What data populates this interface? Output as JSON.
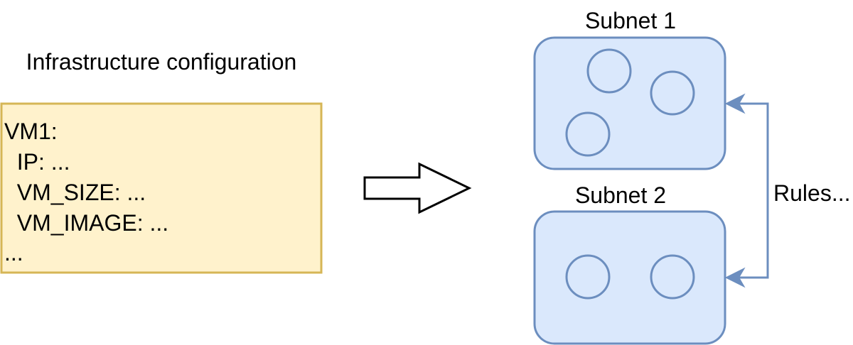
{
  "config": {
    "title": "Infrastructure configuration",
    "lines": [
      "VM1:",
      "  IP: ...",
      "  VM_SIZE: ...",
      "  VM_IMAGE: ...",
      "..."
    ]
  },
  "subnets": [
    {
      "label": "Subnet 1",
      "vm_count": 3
    },
    {
      "label": "Subnet 2",
      "vm_count": 2
    }
  ],
  "rules_label": "Rules...",
  "colors": {
    "config_fill": "#fff2cc",
    "config_stroke": "#d6b656",
    "subnet_fill": "#dae8fc",
    "subnet_stroke": "#6c8ebf"
  }
}
